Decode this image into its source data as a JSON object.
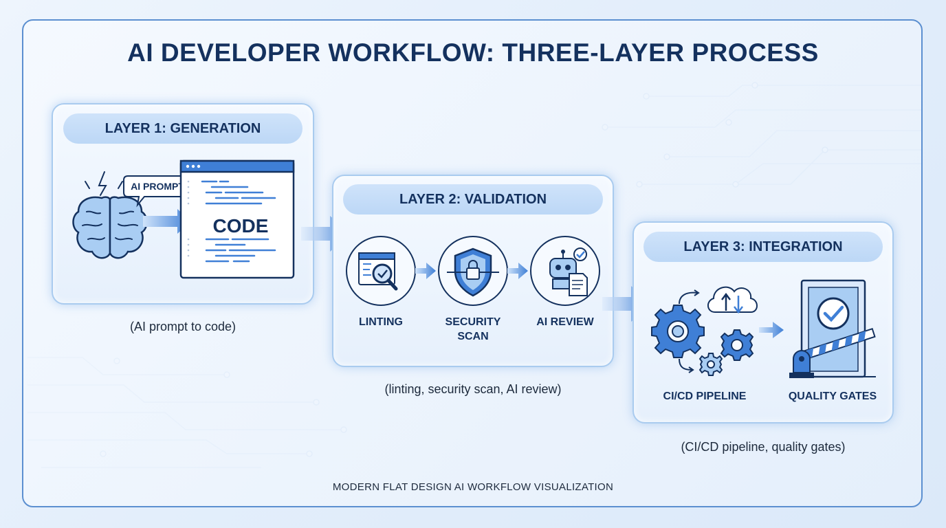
{
  "title": "AI DEVELOPER WORKFLOW: THREE-LAYER PROCESS",
  "layers": [
    {
      "heading": "LAYER 1: GENERATION",
      "caption": "(AI prompt to code)",
      "bubble": "AI PROMPT",
      "code_text": "CODE"
    },
    {
      "heading": "LAYER 2: VALIDATION",
      "caption": "(linting, security scan, AI review)",
      "steps": [
        "LINTING",
        "SECURITY\nSCAN",
        "AI REVIEW"
      ]
    },
    {
      "heading": "LAYER 3: INTEGRATION",
      "caption": "(CI/CD pipeline, quality gates)",
      "steps": [
        "CI/CD PIPELINE",
        "QUALITY GATES"
      ]
    }
  ],
  "footer": "MODERN FLAT DESIGN AI WORKFLOW VISUALIZATION",
  "colors": {
    "title": "#14315e",
    "accent": "#3f7fd6",
    "icon_fill": "#a9cdf3",
    "panel_border": "#a9cbef"
  },
  "icons": [
    "brain-icon",
    "lightning-icon",
    "code-window-icon",
    "magnifier-check-icon",
    "shield-lock-icon",
    "robot-document-icon",
    "gears-cloud-icon",
    "barrier-gate-icon"
  ]
}
